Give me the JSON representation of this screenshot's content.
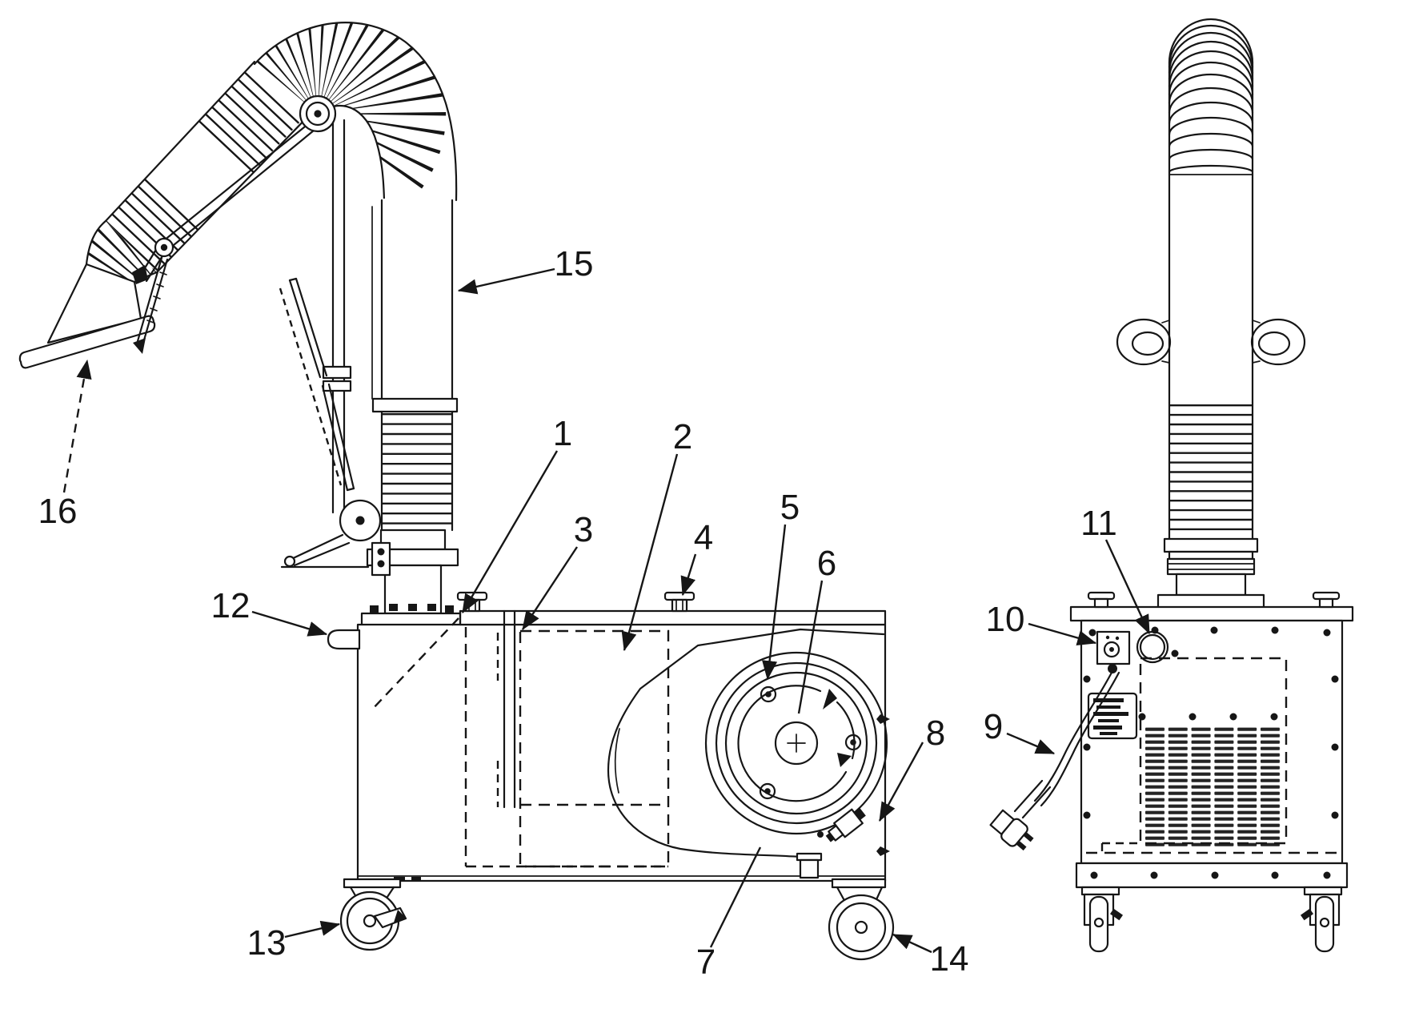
{
  "diagram": {
    "paper_color": "#ffffff",
    "ink_color": "#161616",
    "callouts": [
      {
        "number": "1"
      },
      {
        "number": "2"
      },
      {
        "number": "3"
      },
      {
        "number": "4"
      },
      {
        "number": "5"
      },
      {
        "number": "6"
      },
      {
        "number": "7"
      },
      {
        "number": "8"
      },
      {
        "number": "9"
      },
      {
        "number": "10"
      },
      {
        "number": "11"
      },
      {
        "number": "12"
      },
      {
        "number": "13"
      },
      {
        "number": "14"
      },
      {
        "number": "15"
      },
      {
        "number": "16"
      }
    ]
  }
}
